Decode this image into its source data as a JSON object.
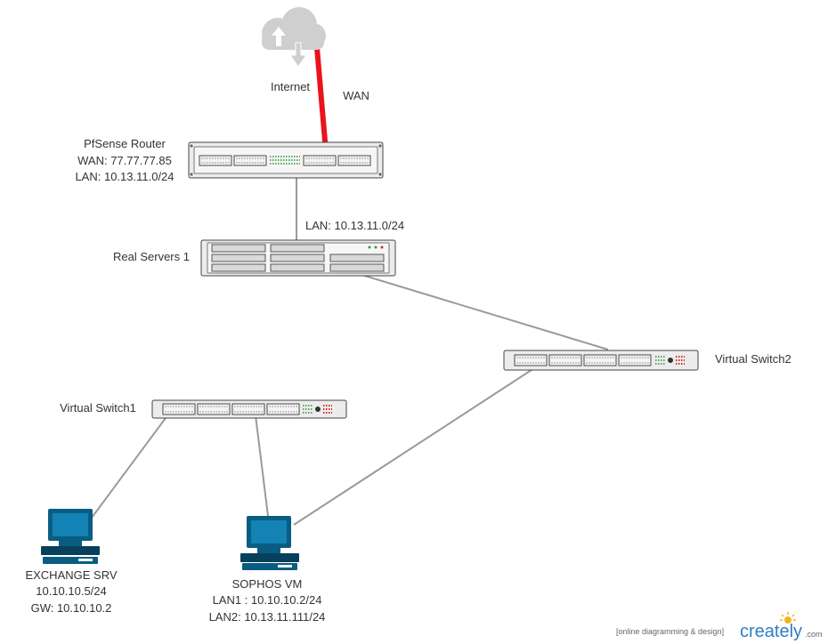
{
  "nodes": {
    "internet": {
      "label": "Internet"
    },
    "wan_link": {
      "label": "WAN"
    },
    "router": {
      "lines": [
        "PfSense Router",
        "WAN: 77.77.77.85",
        "LAN: 10.13.11.0/24"
      ]
    },
    "router_lan_link": {
      "label": "LAN: 10.13.11.0/24"
    },
    "servers": {
      "label": "Real Servers 1"
    },
    "vswitch2": {
      "label": "Virtual Switch2"
    },
    "vswitch1": {
      "label": "Virtual Switch1"
    },
    "exchange": {
      "lines": [
        "EXCHANGE SRV",
        "10.10.10.5/24",
        "GW: 10.10.10.2"
      ]
    },
    "sophos": {
      "lines": [
        "SOPHOS VM",
        "LAN1 : 10.10.10.2/24",
        "LAN2: 10.13.11.111/24"
      ]
    }
  },
  "watermark": {
    "tagline": "[online diagramming & design]",
    "brand": "creately",
    "suffix": ".com"
  },
  "colors": {
    "wan_link": "#e8141c",
    "links": "#9a9a9a",
    "computer": "#0a5d82",
    "cloud": "#cfcfcf"
  },
  "icons": {
    "cloud": "cloud-upload-download-icon",
    "computer": "desktop-computer-icon"
  }
}
